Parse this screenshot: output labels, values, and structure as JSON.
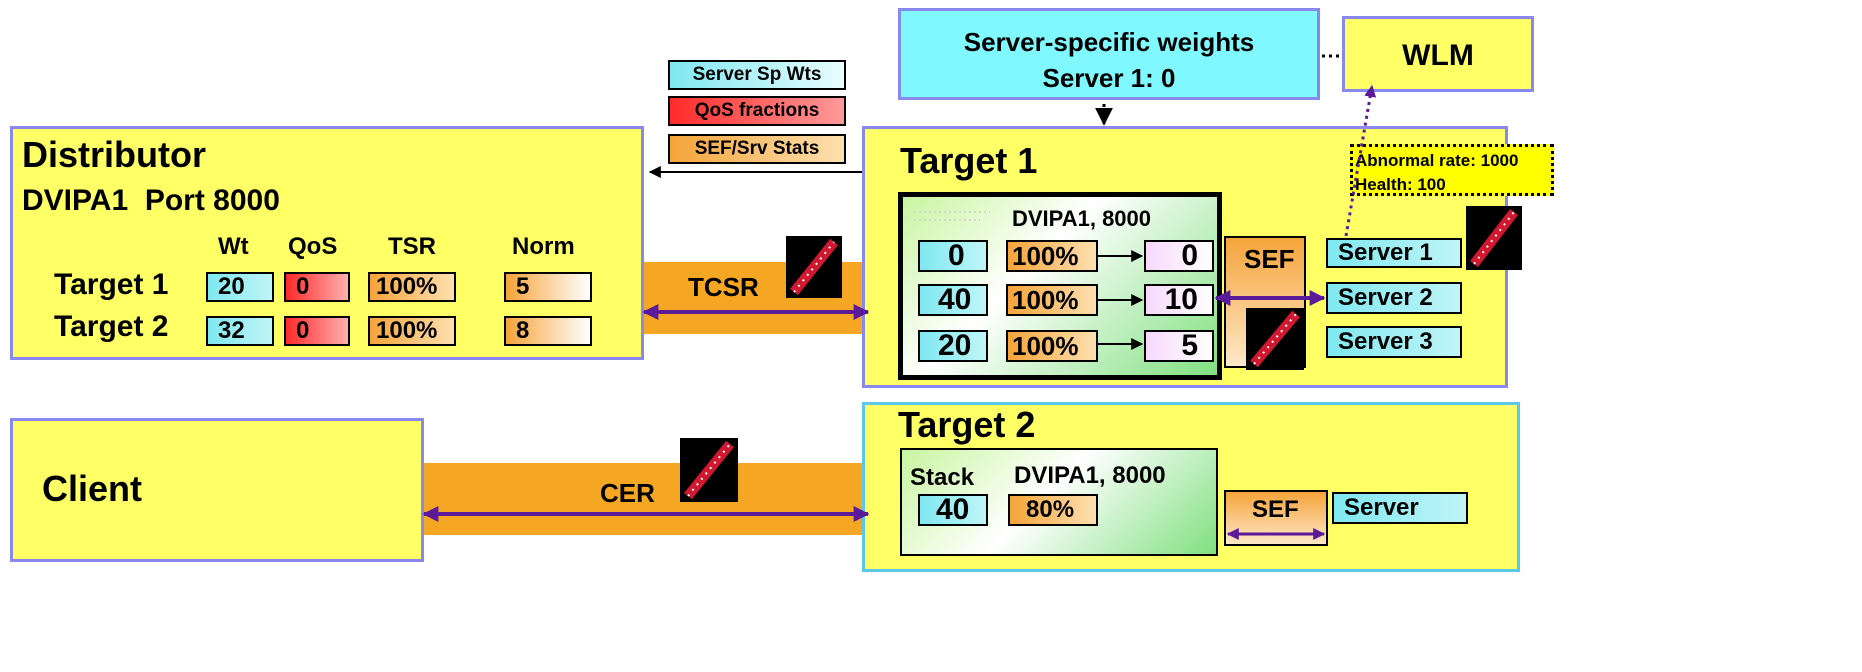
{
  "weights_box": {
    "line1": "Server-specific weights",
    "line2": "Server 1: 0"
  },
  "wlm": {
    "label": "WLM"
  },
  "legend": {
    "server_sp_wts": "Server Sp Wts",
    "qos_fractions": "QoS fractions",
    "sef_srv_stats": "SEF/Srv Stats"
  },
  "distributor": {
    "title": "Distributor",
    "subtitle": "DVIPA1  Port 8000",
    "headers": {
      "wt": "Wt",
      "qos": "QoS",
      "tsr": "TSR",
      "norm": "Norm"
    },
    "rows": [
      {
        "target": "Target 1",
        "wt": "20",
        "qos": "0",
        "tsr": "100%",
        "norm": "5"
      },
      {
        "target": "Target 2",
        "wt": "32",
        "qos": "0",
        "tsr": "100%",
        "norm": "8"
      }
    ]
  },
  "tcsr": {
    "label": "TCSR"
  },
  "target1": {
    "title": "Target 1",
    "stack_label": "DVIPA1, 8000",
    "rows": [
      {
        "weight": "0",
        "pct": "100%",
        "norm": "0"
      },
      {
        "weight": "40",
        "pct": "100%",
        "norm": "10"
      },
      {
        "weight": "20",
        "pct": "100%",
        "norm": "5"
      }
    ],
    "sef": "SEF",
    "servers": [
      "Server 1",
      "Server 2",
      "Server 3"
    ],
    "abnormal": {
      "line1": "Abnormal rate: 1000",
      "line2": "Health: 100"
    }
  },
  "client": {
    "label": "Client"
  },
  "cer": {
    "label": "CER"
  },
  "target2": {
    "title": "Target 2",
    "stack_label": "Stack",
    "dvipa_label": "DVIPA1, 8000",
    "weight": "40",
    "pct": "80%",
    "sef": "SEF",
    "server": "Server"
  },
  "colors": {
    "panel": "#ffff66",
    "cyan": "#7fe8f0",
    "band": "#f5a623",
    "arrow": "#5a1a9a"
  }
}
